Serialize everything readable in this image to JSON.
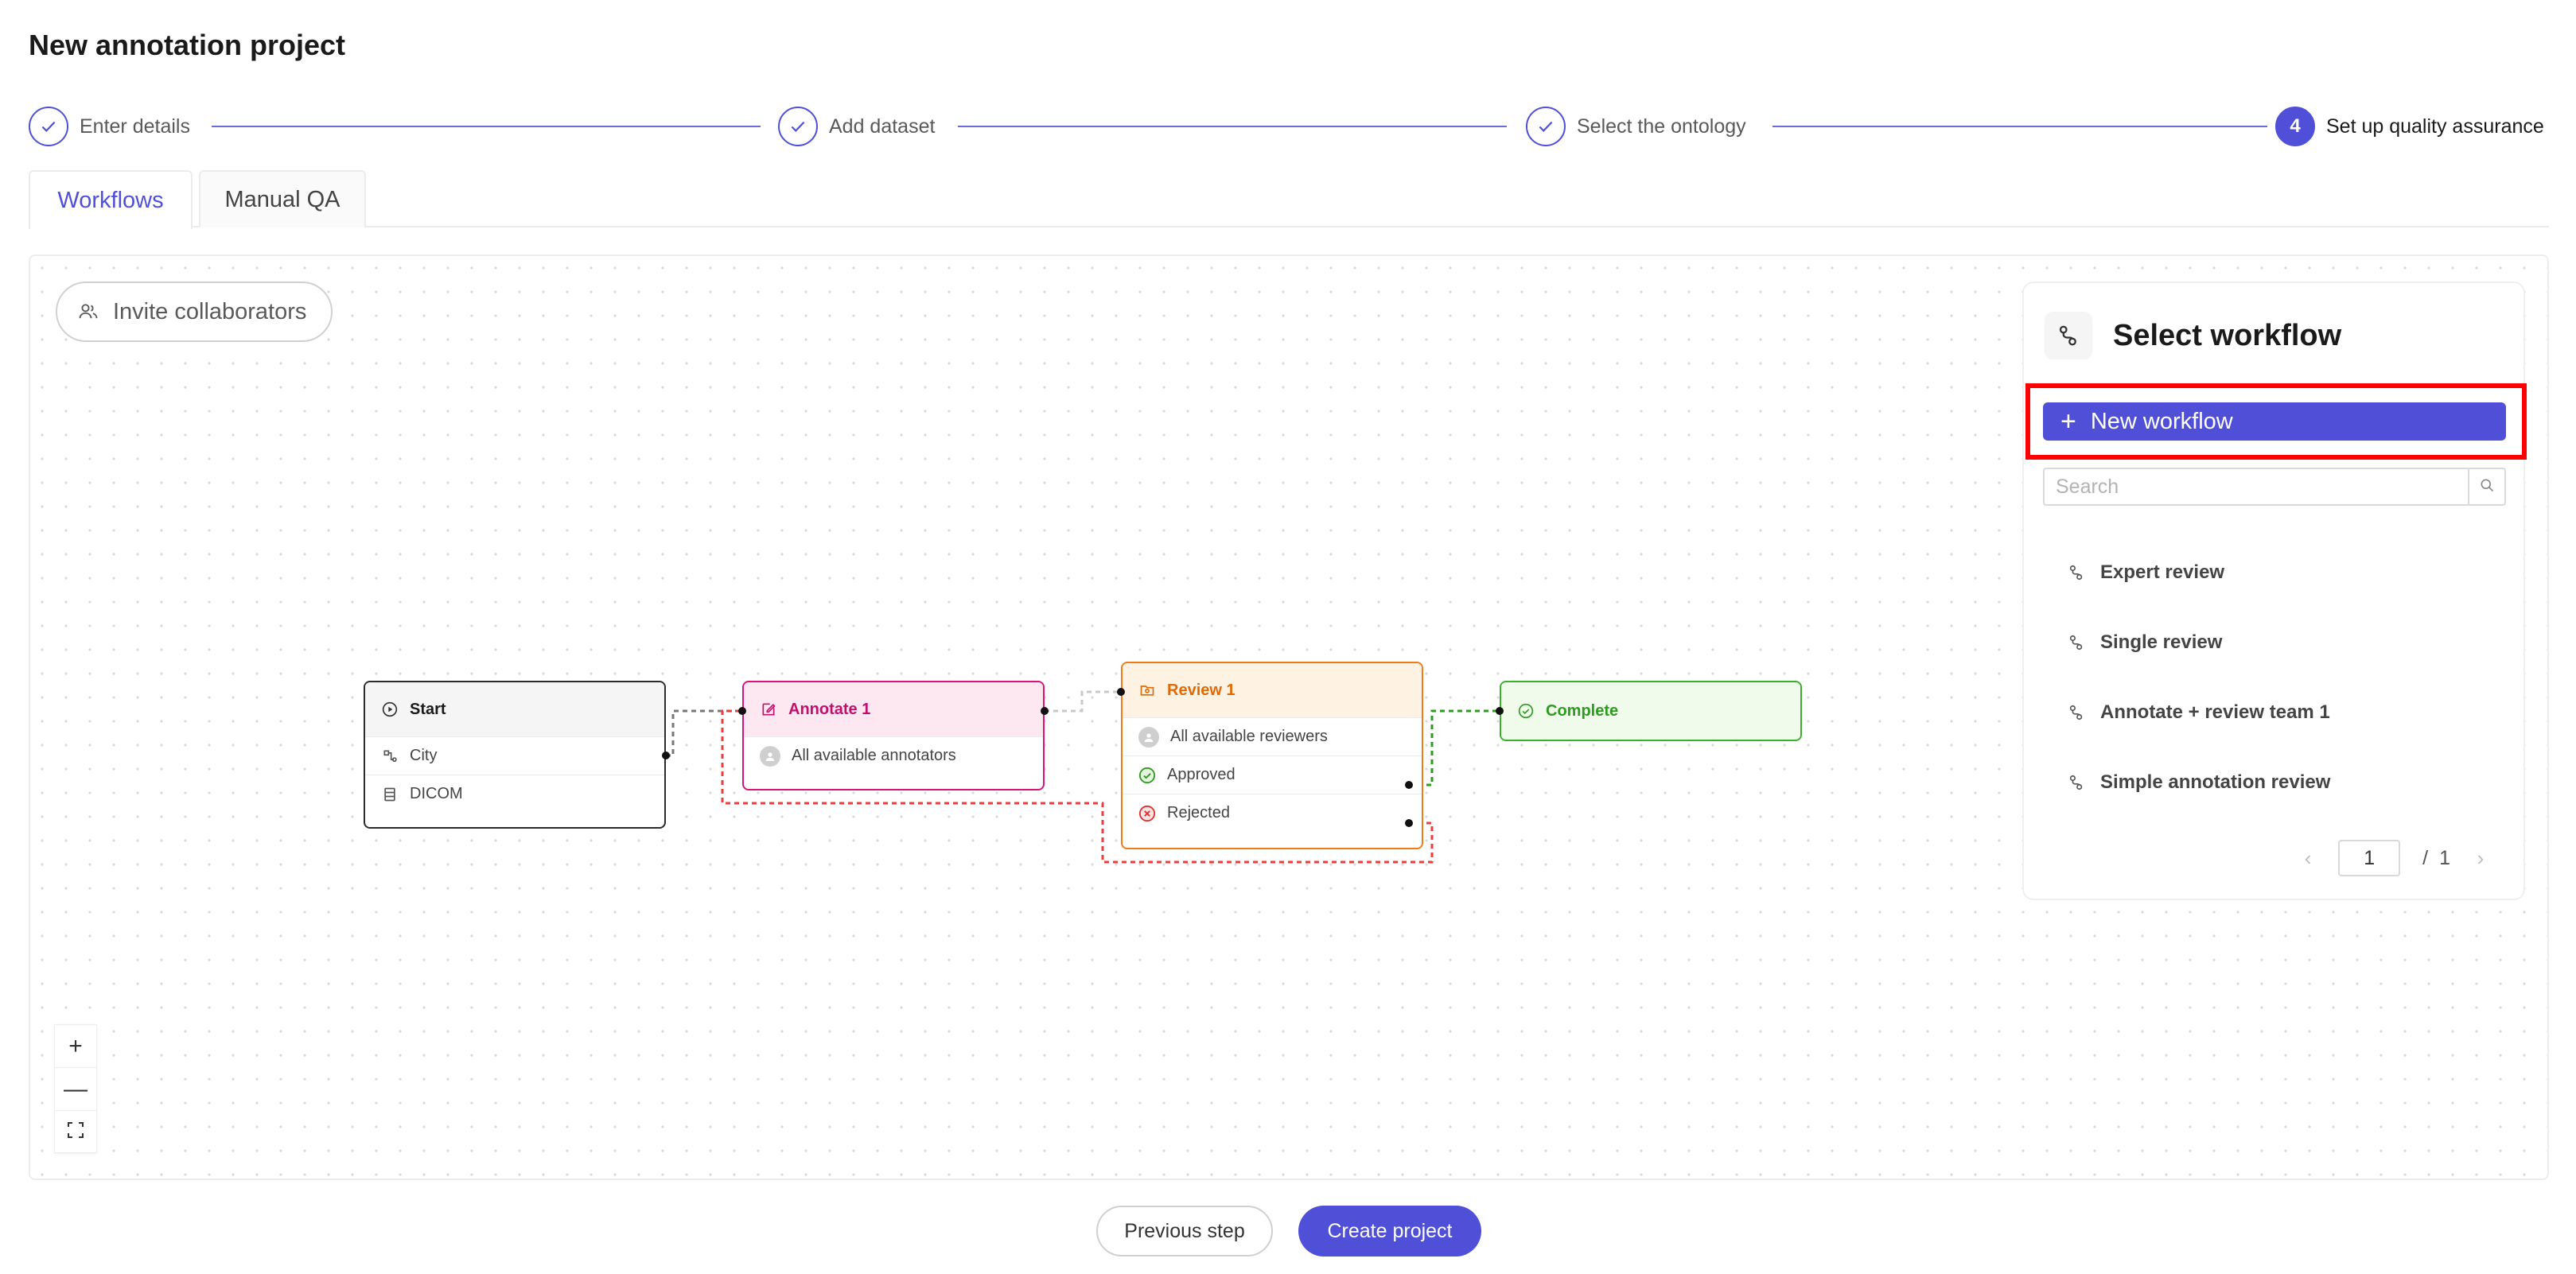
{
  "page": {
    "title": "New annotation project"
  },
  "stepper": {
    "steps": [
      {
        "label": "Enter details",
        "state": "done"
      },
      {
        "label": "Add dataset",
        "state": "done"
      },
      {
        "label": "Select the ontology",
        "state": "done"
      },
      {
        "label": "Set up quality assurance",
        "state": "active",
        "number": "4"
      }
    ]
  },
  "tabs": [
    {
      "label": "Workflows",
      "active": true
    },
    {
      "label": "Manual QA",
      "active": false
    }
  ],
  "canvas": {
    "invite_label": "Invite collaborators",
    "nodes": {
      "start": {
        "title": "Start",
        "rows": [
          "City",
          "DICOM"
        ]
      },
      "annotate": {
        "title": "Annotate 1",
        "rows": [
          "All available annotators"
        ]
      },
      "review": {
        "title": "Review 1",
        "rows": [
          "All available reviewers",
          "Approved",
          "Rejected"
        ]
      },
      "complete": {
        "title": "Complete"
      }
    },
    "zoom": {
      "in": "+",
      "out": "—",
      "fit": "fit-screen-icon"
    }
  },
  "panel": {
    "title": "Select workflow",
    "new_workflow_label": "New workflow",
    "search_placeholder": "Search",
    "workflows": [
      "Expert review",
      "Single review",
      "Annotate + review team 1",
      "Simple annotation review"
    ],
    "pagination": {
      "current": "1",
      "separator": "/",
      "total": "1"
    }
  },
  "footer": {
    "previous_label": "Previous step",
    "create_label": "Create project"
  },
  "colors": {
    "accent": "#4f4fd8",
    "annotate": "#d6147a",
    "review": "#f07c19",
    "complete": "#39b02a",
    "rejected_edge": "#ef3b3b",
    "approved_edge": "#2e9a1f",
    "highlight": "#ff0000"
  }
}
